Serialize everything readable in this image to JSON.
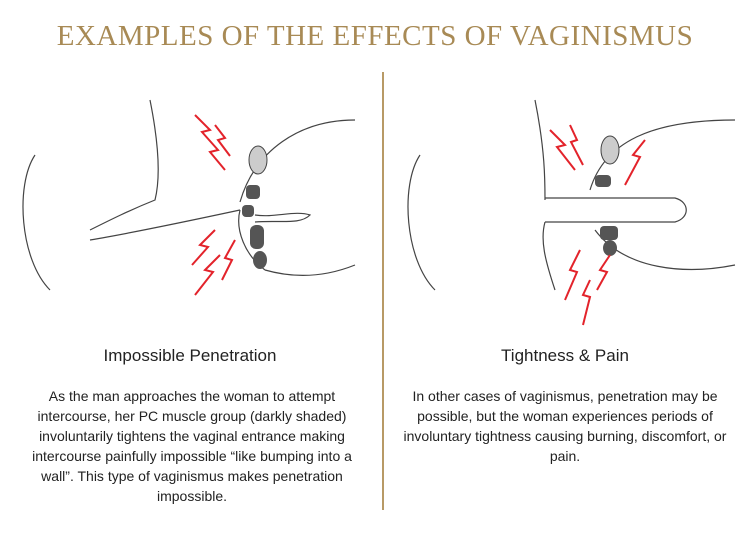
{
  "title": "EXAMPLES OF THE EFFECTS OF VAGINISMUS",
  "panels": [
    {
      "heading": "Impossible Penetration",
      "description": "As the man approaches the woman to attempt intercourse, her PC muscle group (darkly shaded) involuntarily tightens the vaginal entrance making intercourse painfully impossible “like bumping into a wall”. This type of vaginismus makes penetration impossible."
    },
    {
      "heading": "Tightness & Pain",
      "description": "In other cases of vaginismus, penetration may be possible, but the woman experiences periods of involuntary tightness causing burning, discomfort, or pain."
    }
  ],
  "colors": {
    "accent": "#a88a55",
    "pain": "#e3232b",
    "muscle": "#555555"
  }
}
